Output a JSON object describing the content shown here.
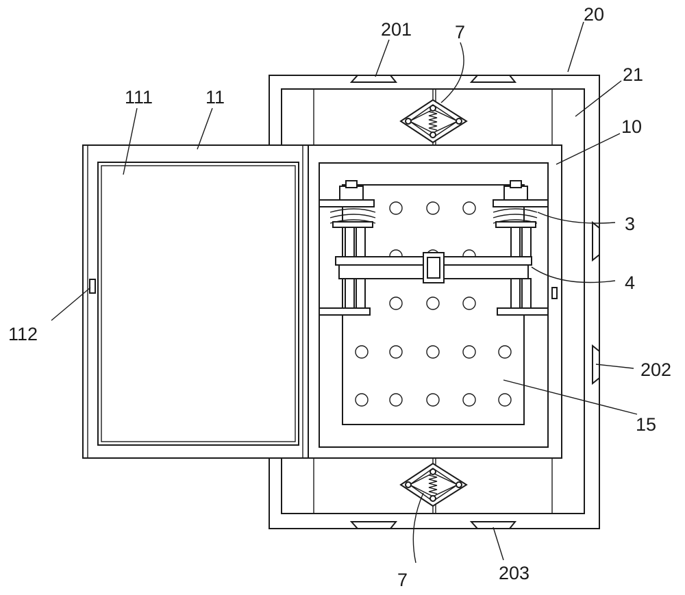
{
  "labels": {
    "outer_frame": "20",
    "inner_frame": "21",
    "top_pad": "201",
    "side_pad": "202",
    "bottom_pad": "203",
    "door": "11",
    "door_panel": "111",
    "door_latch": "112",
    "cabinet": "10",
    "shock_top": "7",
    "shock_bottom": "7",
    "spring_assembly": "3",
    "crossbar": "4",
    "perforated_plate": "15"
  },
  "colors": {
    "stroke": "#1a1a1a",
    "fill": "#ffffff",
    "shade": "#e9e9e9"
  }
}
